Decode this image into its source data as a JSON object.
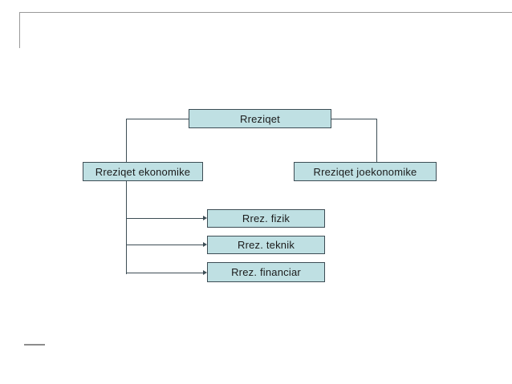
{
  "slide": {
    "background_color": "#ffffff",
    "frame_line_color": "#9a9a9a"
  },
  "diagram": {
    "type": "hierarchy-tree",
    "node_fill_color": "#bfe0e3",
    "node_border_color": "#3d4d55",
    "connector_color": "#3d4d55",
    "nodes": [
      {
        "id": "root",
        "label": "Rreziqet"
      },
      {
        "id": "ekonomike",
        "label": "Rreziqet ekonomike"
      },
      {
        "id": "joekonomike",
        "label": "Rreziqet joekonomike"
      },
      {
        "id": "fizik",
        "label": "Rrez.  fizik"
      },
      {
        "id": "teknik",
        "label": "Rrez.  teknik"
      },
      {
        "id": "financiar",
        "label": "Rrez.  financiar"
      }
    ],
    "edges": [
      {
        "from": "root",
        "to": "ekonomike",
        "arrow": false
      },
      {
        "from": "root",
        "to": "joekonomike",
        "arrow": false
      },
      {
        "from": "ekonomike",
        "to": "fizik",
        "arrow": true
      },
      {
        "from": "ekonomike",
        "to": "teknik",
        "arrow": true
      },
      {
        "from": "ekonomike",
        "to": "financiar",
        "arrow": true
      }
    ]
  }
}
